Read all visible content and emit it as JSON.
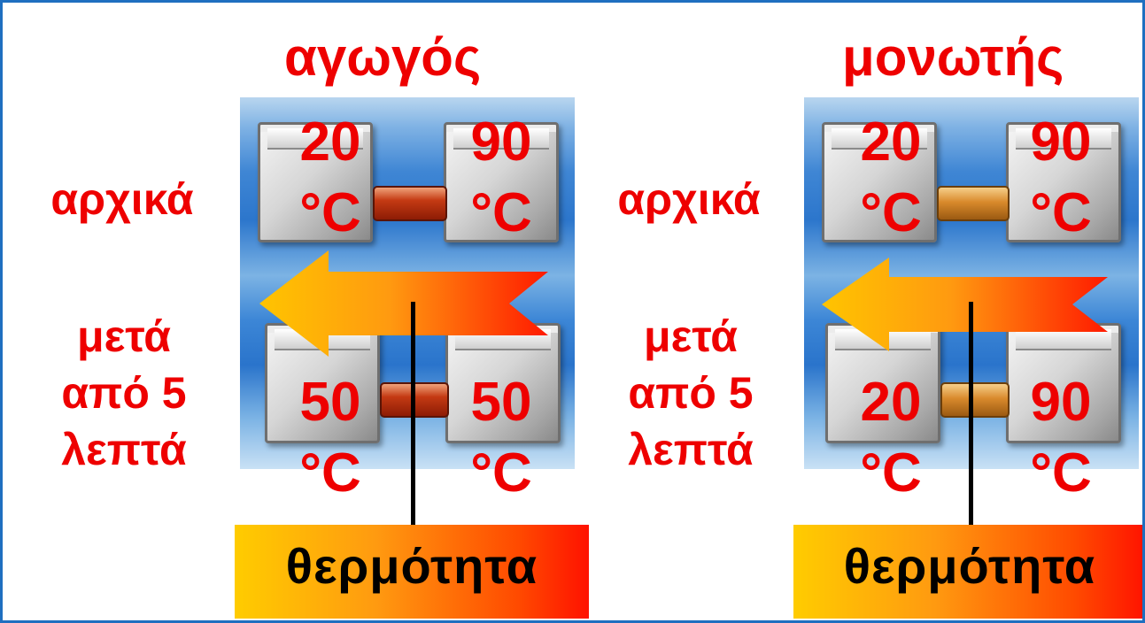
{
  "conductor": {
    "title": "αγωγός",
    "initial_label": "αρχικά",
    "after_label": "μετά\nαπό 5\nλεπτά",
    "initial_left_temp": "20\n°C",
    "initial_right_temp": "90\n°C",
    "after_left_temp": "50\n°C",
    "after_right_temp": "50\n°C",
    "heat_label": "θερμότητα"
  },
  "insulator": {
    "title": "μονωτής",
    "initial_label": "αρχικά",
    "after_label": "μετά\nαπό 5\nλεπτά",
    "initial_left_temp": "20\n°C",
    "initial_right_temp": "90\n°C",
    "after_left_temp": "20\n°C",
    "after_right_temp": "90\n°C",
    "heat_label": "θερμότητα"
  },
  "colors": {
    "frame_border": "#1f6fc0",
    "label_red": "#ee0000",
    "conductor_rod": "#b8320f",
    "insulator_rod": "#d98a2c",
    "heat_start": "#ffcc00",
    "heat_end": "#ff1200"
  }
}
